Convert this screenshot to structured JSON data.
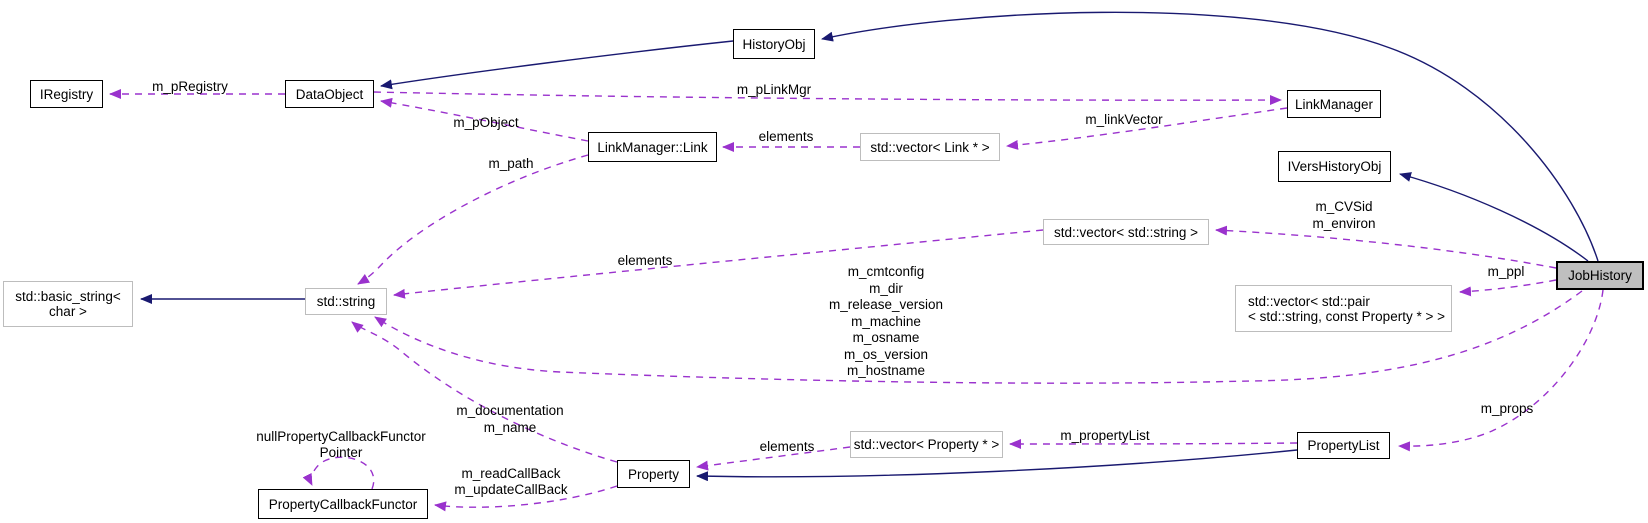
{
  "diagram": {
    "type": "doxygen-collaboration-graph",
    "current_class": "JobHistory",
    "colors": {
      "background": "#ffffff",
      "inheritance_edge": "#191970",
      "usage_edge": "#9a32cd",
      "class_border": "#000000",
      "external_border": "#bdbdbd",
      "current_node_fill": "#bfbfbf",
      "text": "#000000"
    },
    "nodes": {
      "iregistry": {
        "label": "IRegistry"
      },
      "dataobject": {
        "label": "DataObject"
      },
      "historyobj": {
        "label": "HistoryObj"
      },
      "linkmanager_link": {
        "label": "LinkManager::Link"
      },
      "vector_link": {
        "label": "std::vector< Link * >"
      },
      "linkmanager": {
        "label": "LinkManager"
      },
      "ivershistoryobj": {
        "label": "IVersHistoryObj"
      },
      "vector_string": {
        "label": "std::vector< std::string >"
      },
      "basic_string": {
        "line1": "std::basic_string<",
        "line2": "char >"
      },
      "std_string": {
        "label": "std::string"
      },
      "vector_pair": {
        "line1": "std::vector< std::pair",
        "line2": "< std::string, const Property * > >"
      },
      "jobhistory": {
        "label": "JobHistory"
      },
      "property": {
        "label": "Property"
      },
      "vector_property": {
        "label": "std::vector< Property * >"
      },
      "propertylist": {
        "label": "PropertyList"
      },
      "propertycallbackfunctor": {
        "label": "PropertyCallbackFunctor"
      }
    },
    "edge_labels": {
      "m_pRegistry": "m_pRegistry",
      "m_pLinkMgr": "m_pLinkMgr",
      "m_linkVector": "m_linkVector",
      "elements_link": "elements",
      "m_pObject": "m_pObject",
      "m_path": "m_path",
      "elements_string": "elements",
      "cvsid": [
        "m_CVSid",
        "m_environ"
      ],
      "m_ppl": "m_ppl",
      "string_members": [
        "m_cmtconfig",
        "m_dir",
        "m_release_version",
        "m_machine",
        "m_osname",
        "m_os_version",
        "m_hostname"
      ],
      "m_props": "m_props",
      "m_propertyList": "m_propertyList",
      "elements_property": "elements",
      "doc": [
        "m_documentation",
        "m_name"
      ],
      "callbacks": [
        "m_readCallBack",
        "m_updateCallBack"
      ],
      "nullfunctor": [
        "nullPropertyCallbackFunctor",
        "Pointer"
      ]
    }
  }
}
